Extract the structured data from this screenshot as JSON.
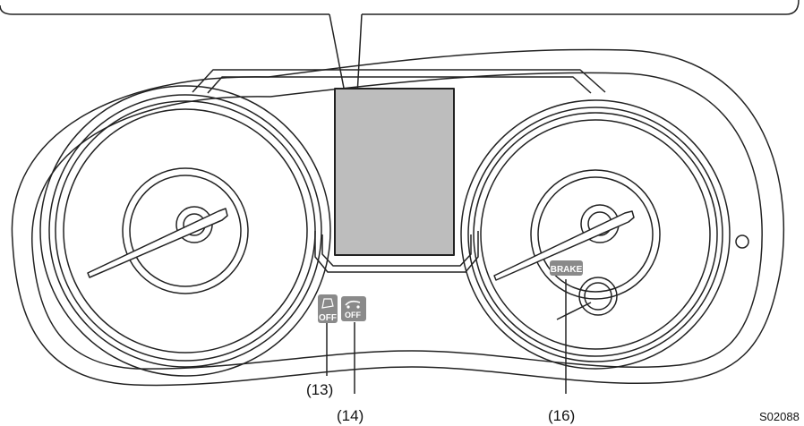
{
  "colors": {
    "line": "#222222",
    "display_fill": "#bdbdbd",
    "indicator_fill": "#8a8a8a",
    "indicator_text": "#ffffff",
    "background": "#ffffff"
  },
  "indicators": {
    "steering_off_text": "OFF",
    "vdc_off_text": "OFF",
    "brake_text": "BRAKE"
  },
  "callouts": {
    "c13": "(13)",
    "c14": "(14)",
    "c16": "(16)"
  },
  "figure_code": "S02088"
}
